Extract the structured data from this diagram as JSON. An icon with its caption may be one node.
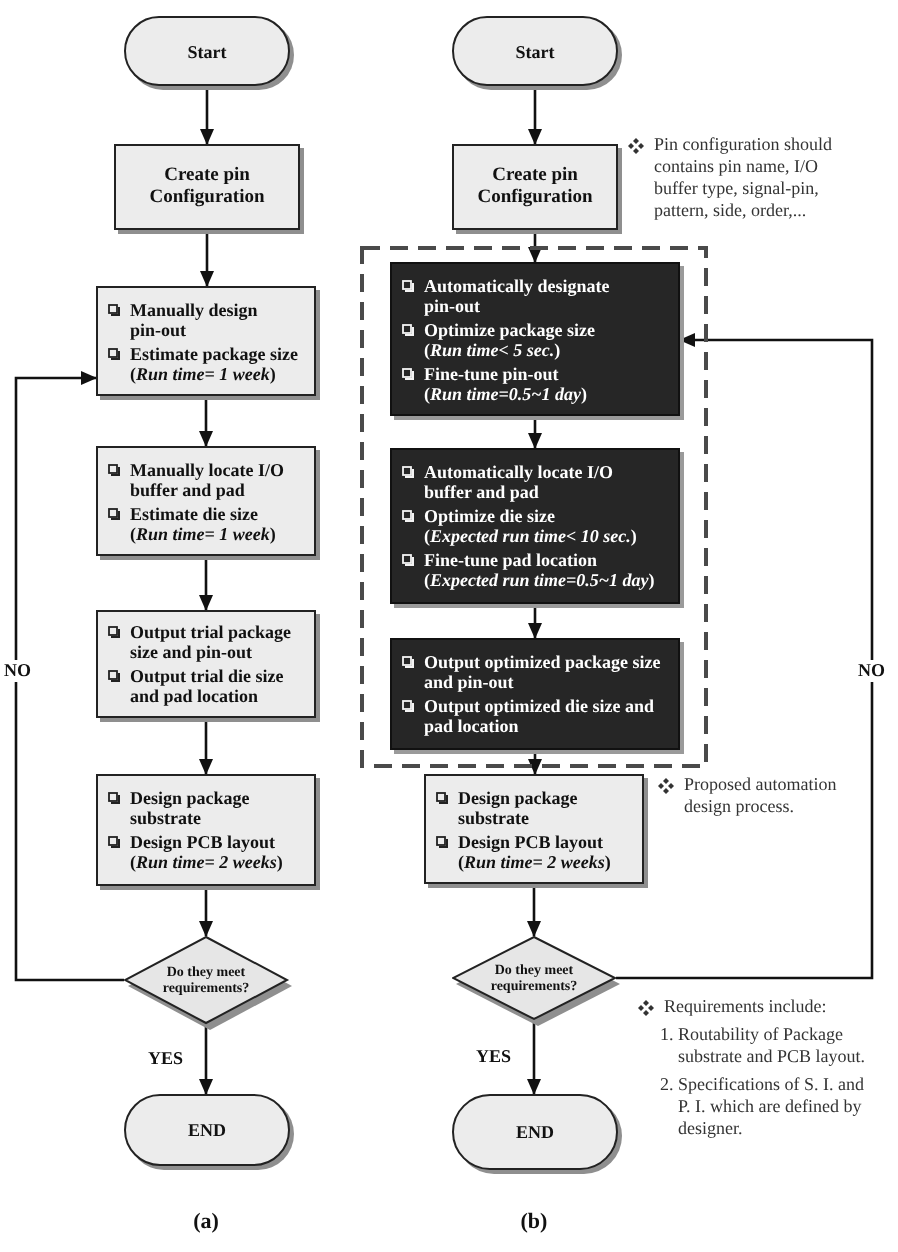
{
  "diagram": {
    "nodes": [
      {
        "text": [
          "Start"
        ]
      },
      {
        "text": [
          "Create pin Configuration"
        ]
      },
      {
        "text": [
          "Manually design pin-out",
          "Estimate package size",
          "(*Run time= 1 week*)"
        ]
      },
      {
        "text": [
          "Manually locate I/O buffer and pad",
          "Estimate die size",
          "(*Run time= 1 week*)"
        ]
      },
      {
        "text": [
          "Output trial package size and pin-out",
          "Output trial die size and pad location"
        ]
      },
      {
        "text": [
          "Design package substrate",
          "Design PCB layout",
          "(*Run time= 2 weeks*)"
        ]
      },
      {
        "text": [
          "Do they meet requirements?"
        ]
      },
      {
        "text": [
          "END"
        ]
      },
      {
        "text": [
          "Start"
        ]
      },
      {
        "text": [
          "Create pin Configuration"
        ],
        "beside": [
          "Pin configuration should contains pin name, I/O buffer type, signal-pin, pattern, side, order,..."
        ]
      },
      {
        "text": [],
        "shape": "box",
        "beside": [
          "Proposed automation design process."
        ]
      },
      {
        "text": [
          "Automatically designate pin-out",
          "Optimize package size",
          "(*Run time< 5 sec.*)",
          "Fine-tune pin-out",
          "(*Run time=0.5~1 day*)"
        ],
        "in": 10
      },
      {
        "text": [
          "Automatically locate I/O buffer and pad",
          "Optimize die size",
          "(*Expected run time< 10 sec.*)",
          "Fine-tune pad location",
          "(*Expected run time=0.5~1 day*)"
        ],
        "in": 10
      },
      {
        "text": [
          "Output optimized package size and pin-out",
          "Output optimized die size and pad location"
        ],
        "in": 10
      },
      {
        "text": [
          "Design package substrate",
          "Design PCB layout",
          "(*Run time= 2 weeks*)"
        ]
      },
      {
        "text": [
          "Do they meet requirements?"
        ],
        "beside": [
          "Requirements include:",
          "1. Routability of Package substrate and PCB layout.",
          "2. Specifications of S. I. and P. I. which are defined by designer."
        ]
      },
      {
        "text": [
          "END"
        ]
      }
    ],
    "edges": [
      {
        "from": 0,
        "to": 1,
        "arrow": "to"
      },
      {
        "from": 1,
        "to": 2,
        "arrow": "to"
      },
      {
        "from": 2,
        "to": 3,
        "arrow": "to"
      },
      {
        "from": 3,
        "to": 4,
        "arrow": "to"
      },
      {
        "from": 4,
        "to": 5,
        "arrow": "to"
      },
      {
        "from": 5,
        "to": 6,
        "arrow": "to"
      },
      {
        "from": 6,
        "to": 7,
        "arrow": "to",
        "label": "YES"
      },
      {
        "from": 6,
        "to": 2,
        "arrow": "to",
        "label": "NO"
      },
      {
        "from": 8,
        "to": 9,
        "arrow": "to"
      },
      {
        "from": 9,
        "to": 11,
        "arrow": "to"
      },
      {
        "from": 11,
        "to": 12,
        "arrow": "to"
      },
      {
        "from": 12,
        "to": 13,
        "arrow": "to"
      },
      {
        "from": 13,
        "to": 14,
        "arrow": "to"
      },
      {
        "from": 14,
        "to": 15,
        "arrow": "to"
      },
      {
        "from": 15,
        "to": 16,
        "arrow": "to",
        "label": "YES"
      },
      {
        "from": 15,
        "to": 11,
        "arrow": "to",
        "label": "NO"
      }
    ],
    "labels": [
      "(a)",
      "(b)"
    ]
  }
}
